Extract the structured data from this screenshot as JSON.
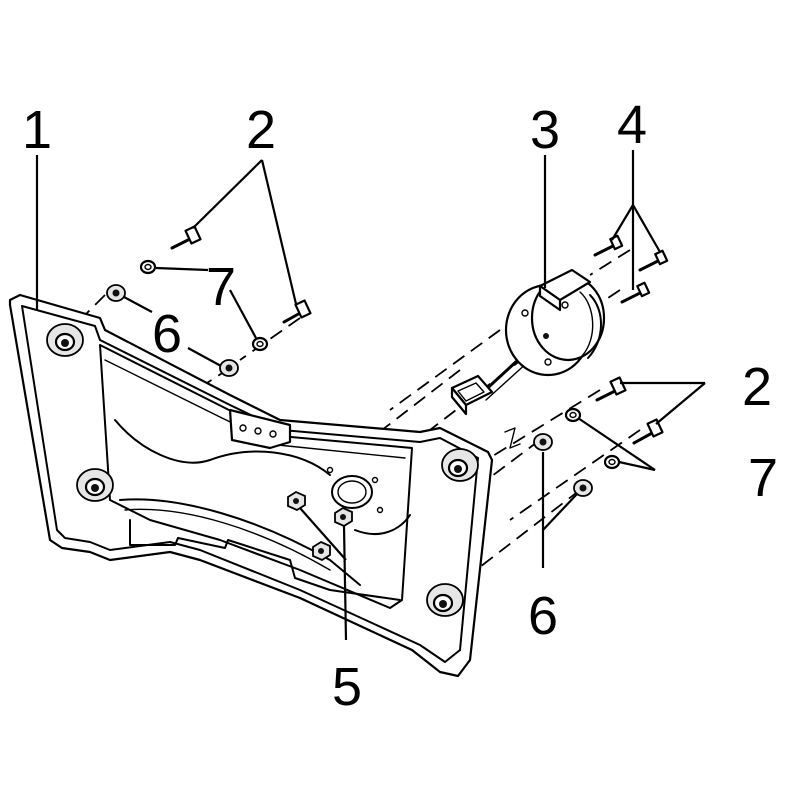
{
  "callouts": [
    {
      "id": "1",
      "label": "1"
    },
    {
      "id": "2",
      "label": "2"
    },
    {
      "id": "3",
      "label": "3"
    },
    {
      "id": "4",
      "label": "4"
    },
    {
      "id": "2b",
      "label": "2"
    },
    {
      "id": "7b",
      "label": "7"
    },
    {
      "id": "7",
      "label": "7"
    },
    {
      "id": "6",
      "label": "6"
    },
    {
      "id": "6b",
      "label": "6"
    },
    {
      "id": "5",
      "label": "5"
    }
  ]
}
